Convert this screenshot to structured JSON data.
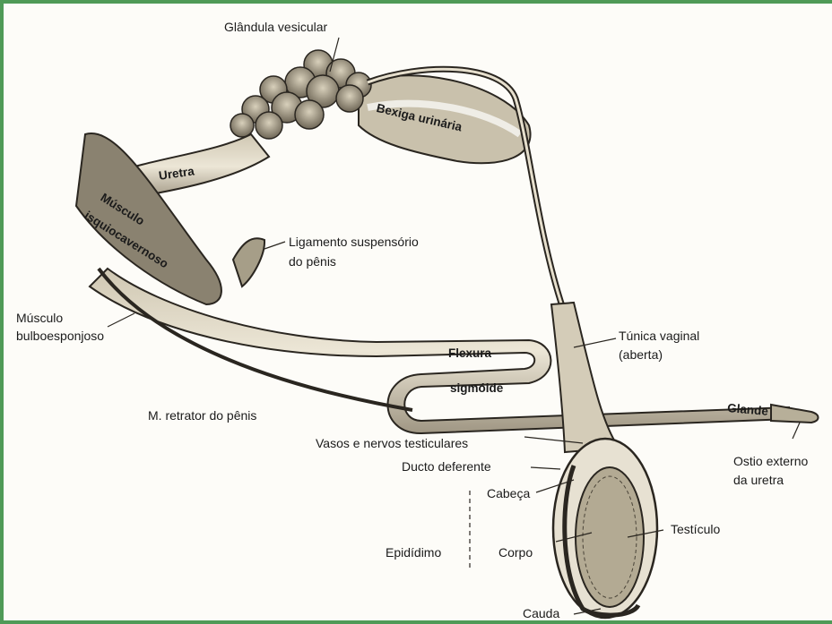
{
  "labels": {
    "glandula_vesicular": "Glândula vesicular",
    "bexiga_urinaria": "Bexiga urinária",
    "uretra": "Uretra",
    "musculo_isquiocavernoso_1": "Músculo",
    "musculo_isquiocavernoso_2": "isquiocavernoso",
    "ligamento_1": "Ligamento suspensório",
    "ligamento_2": "do pênis",
    "musculo_bulbo_1": "Músculo",
    "musculo_bulbo_2": "bulboesponjoso",
    "flexura": "Flexura",
    "sigmoide": "sigmóide",
    "retrator": "M. retrator do pênis",
    "tunica_1": "Túnica vaginal",
    "tunica_2": "(aberta)",
    "glande": "Glande",
    "ostio_1": "Ostio externo",
    "ostio_2": "da uretra",
    "vasos": "Vasos e nervos testiculares",
    "ducto": "Ducto deferente",
    "cabeca": "Cabeça",
    "testiculo": "Testículo",
    "epididimo": "Epidídimo",
    "corpo": "Corpo",
    "cauda": "Cauda"
  },
  "colors": {
    "frame_border": "#4f9a57",
    "tissue_fill": "#d9d2bf",
    "tissue_shade": "#8a8270",
    "outline": "#2a2620"
  }
}
